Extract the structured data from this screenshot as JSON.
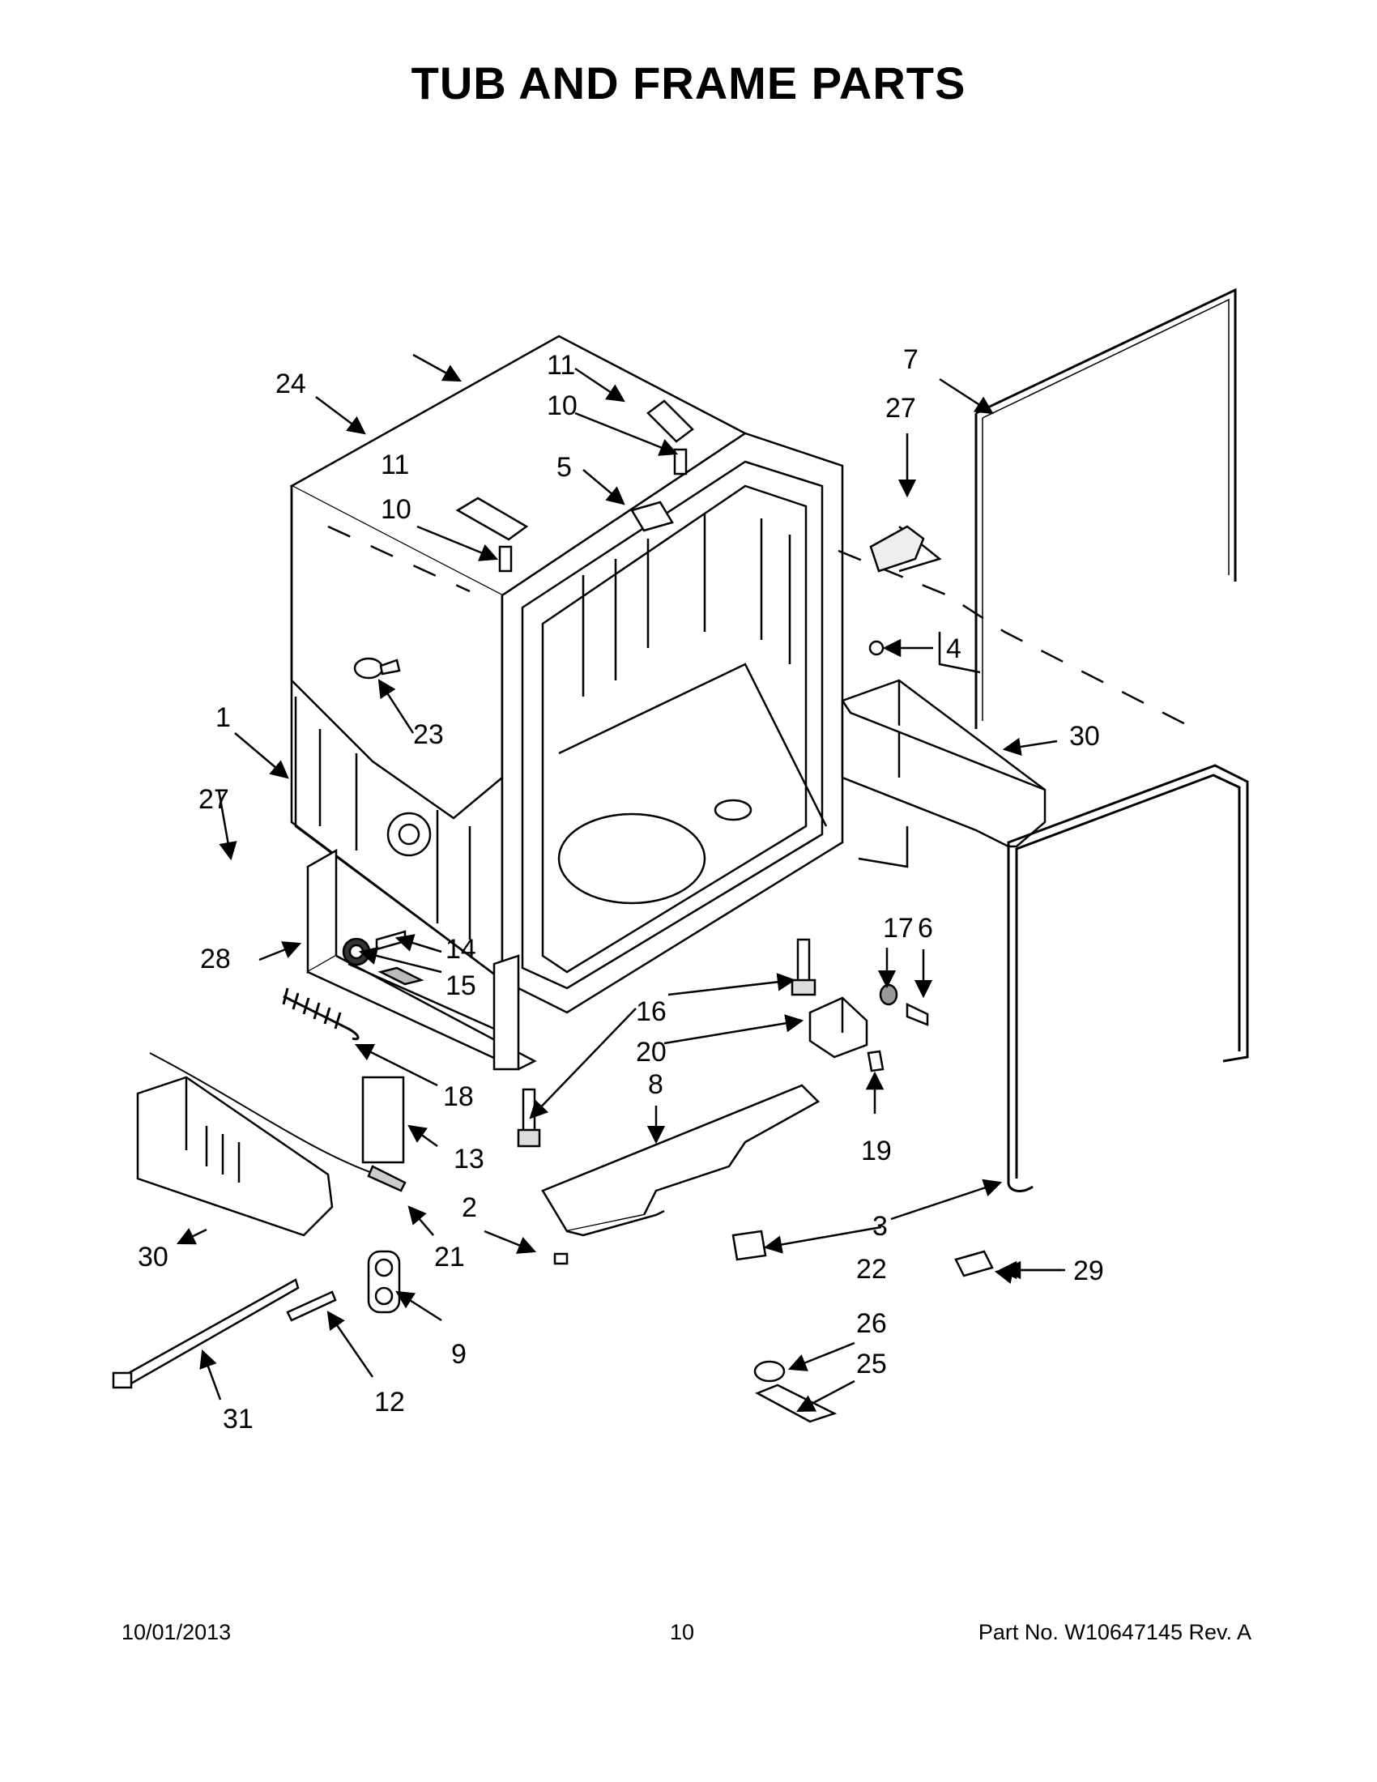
{
  "title": "TUB AND FRAME PARTS",
  "footer": {
    "date": "10/01/2013",
    "page": "10",
    "part": "Part No.  W10647145  Rev.  A"
  },
  "callouts": [
    "1",
    "2",
    "3",
    "4",
    "5",
    "6",
    "7",
    "8",
    "9",
    "10",
    "11",
    "12",
    "13",
    "14",
    "15",
    "16",
    "17",
    "18",
    "19",
    "20",
    "21",
    "22",
    "23",
    "24",
    "25",
    "26",
    "27",
    "28",
    "29",
    "30",
    "31"
  ]
}
